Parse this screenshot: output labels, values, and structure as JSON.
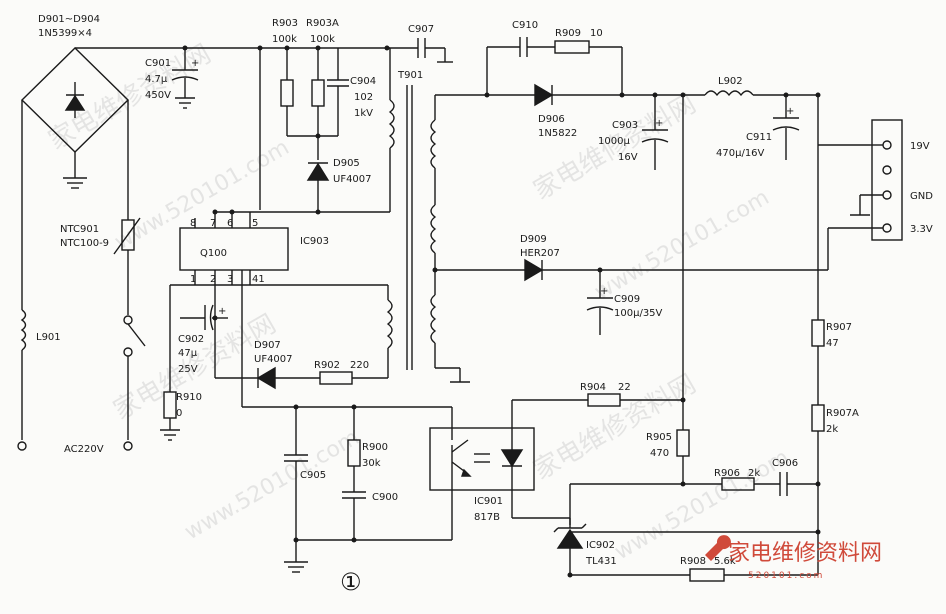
{
  "watermarks": {
    "cn": "家电维修资料网",
    "url": "www.520101.com"
  },
  "logo": {
    "text": "家电维修资料网",
    "url": "520101.com",
    "color": "#d04a3a"
  },
  "figure_number": "①",
  "labels": {
    "d901": "D901~D904",
    "d901_val": "1N5399×4",
    "c901": "C901",
    "c901_val1": "4.7μ",
    "c901_val2": "450V",
    "r903": "R903",
    "r903_val": "100k",
    "r903a": "R903A",
    "r903a_val": "100k",
    "c904": "C904",
    "c904_val1": "102",
    "c904_val2": "1kV",
    "c907": "C907",
    "t901": "T901",
    "c910": "C910",
    "r909": "R909",
    "r909_val": "10",
    "l902": "L902",
    "d906": "D906",
    "d906_val": "1N5822",
    "c903": "C903",
    "c903_val1": "1000μ",
    "c903_val2": "16V",
    "c911": "C911",
    "c911_val": "470μ/16V",
    "out_19v": "19V",
    "out_gnd": "GND",
    "out_33v": "3.3V",
    "d905": "D905",
    "d905_val": "UF4007",
    "ntc901": "NTC901",
    "ntc901_val": "NTC100-9",
    "ic903": "IC903",
    "q100": "Q100",
    "pin8": "8",
    "pin7": "7",
    "pin6": "6",
    "pin5": "5",
    "pin1": "1",
    "pin2": "2",
    "pin3": "3",
    "pin4": "41",
    "d909": "D909",
    "d909_val": "HER207",
    "c909": "C909",
    "c909_val": "100μ/35V",
    "l901": "L901",
    "c902": "C902",
    "c902_val1": "47μ",
    "c902_val2": "25V",
    "d907": "D907",
    "d907_val": "UF4007",
    "r902": "R902",
    "r902_val": "220",
    "r907": "R907",
    "r907_val": "47",
    "r910": "R910",
    "r910_val": "0",
    "r904": "R904",
    "r904_val": "22",
    "r907a": "R907A",
    "r907a_val": "2k",
    "ac": "AC220V",
    "r900": "R900",
    "r900_val": "30k",
    "c905": "C905",
    "c900": "C900",
    "r905": "R905",
    "r905_val": "470",
    "r906": "R906",
    "r906_val": "2k",
    "c906": "C906",
    "ic901": "IC901",
    "ic901_val": "817B",
    "ic902": "IC902",
    "ic902_val": "TL431",
    "r908": "R908",
    "r908_val": "5.6k"
  }
}
